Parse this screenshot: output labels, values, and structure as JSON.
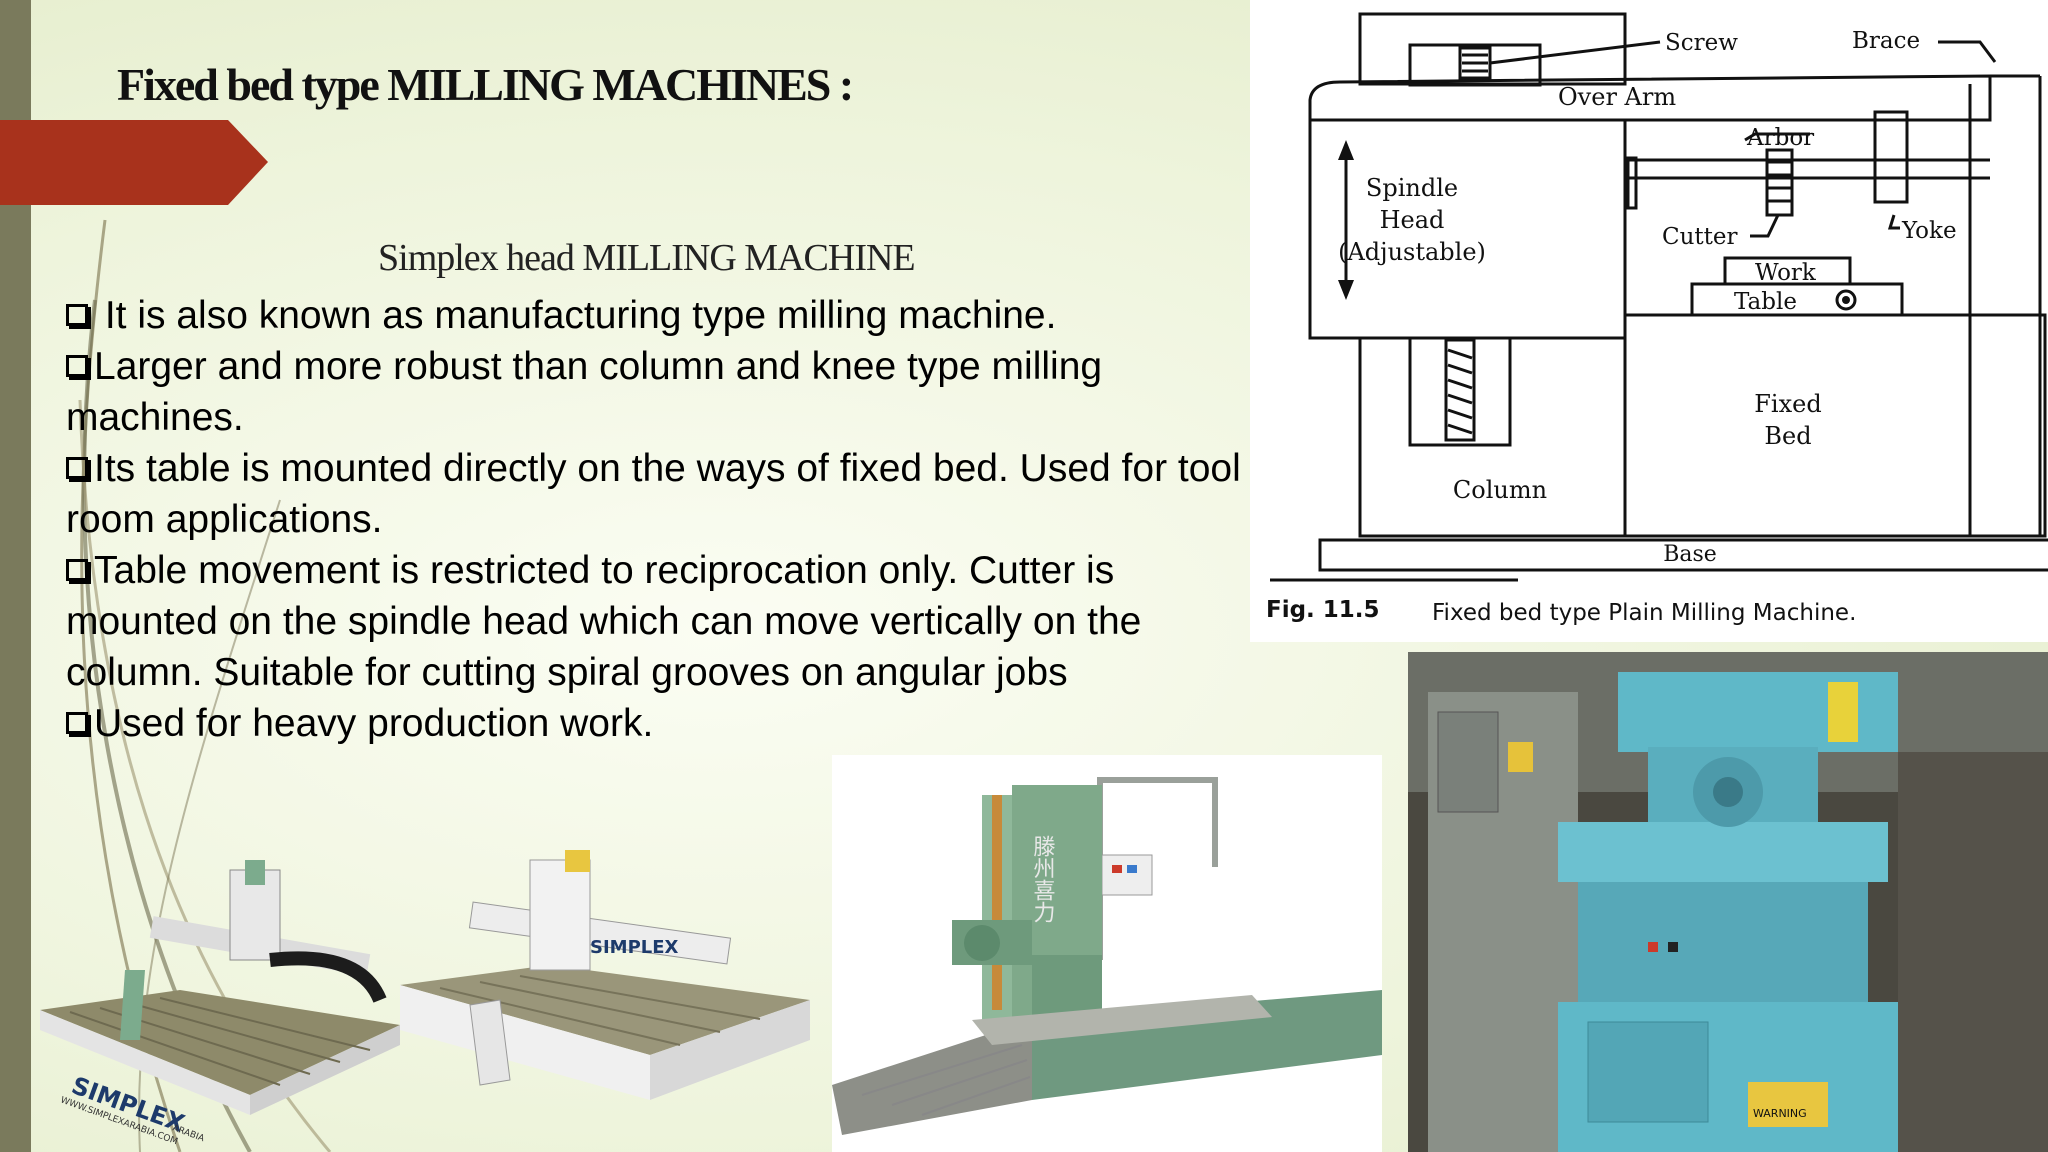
{
  "slide": {
    "title": "Fixed bed type  MILLING MACHINES :",
    "subtitle": "Simplex head  MILLING MACHINE",
    "bullets": [
      "It is also known as manufacturing type milling machine.",
      "Larger and more robust than column and knee type milling machines.",
      "Its table is mounted directly on the ways of fixed bed. Used for tool room applications.",
      "Table movement is restricted to reciprocation only. Cutter is mounted on the spindle head which can move vertically on the column. Suitable for cutting spiral grooves on angular jobs",
      "Used for heavy production work."
    ],
    "colors": {
      "accent_arrow": "#a8321c",
      "stripe": "#7a7a5c",
      "machine_blue": "#5fb8c8",
      "machine_green": "#7fa98a"
    }
  },
  "diagram": {
    "labels": {
      "screw": "Screw",
      "brace": "Brace",
      "over_arm": "Over Arm",
      "arbor": "Arbor",
      "spindle_head_1": "Spindle",
      "spindle_head_2": "Head",
      "spindle_head_3": "(Adjustable)",
      "cutter": "Cutter",
      "yoke": "Yoke",
      "work": "Work",
      "table": "Table",
      "fixed_bed_1": "Fixed",
      "fixed_bed_2": "Bed",
      "column": "Column",
      "base": "Base"
    },
    "caption_num": "Fig. 11.5",
    "caption_text": "Fixed bed type Plain Milling Machine."
  },
  "photos": {
    "cnc_brand_1": "SIMPLEX",
    "cnc_brand_2": "SIMPLEX",
    "cnc_url": "WWW.SIMPLEXARABIA.COM",
    "cnc_region": "ARABIA",
    "bed_machine_chars": "滕州喜力",
    "machine_warning": "WARNING"
  }
}
